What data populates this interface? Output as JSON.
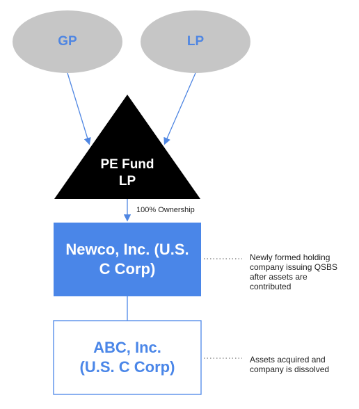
{
  "nodes": {
    "gp": {
      "label": "GP"
    },
    "lp": {
      "label": "LP"
    },
    "fund": {
      "label": "PE Fund\nLP"
    },
    "newco": {
      "label": "Newco, Inc. (U.S.\nC Corp)"
    },
    "abc": {
      "label": "ABC, Inc.\n(U.S. C Corp)"
    }
  },
  "edges": {
    "fund_to_newco": {
      "label": "100% Ownership"
    }
  },
  "notes": {
    "newco": "Newly formed holding\ncompany issuing QSBS\nafter assets are\ncontributed",
    "abc": "Assets acquired and\ncompany is dissolved"
  },
  "colors": {
    "ellipse_fill": "#c6c6c6",
    "accent_blue": "#4f86e2",
    "triangle_fill": "#000000",
    "box_fill": "#4a86e8",
    "box_border": "#4a86e8",
    "arrow": "#4f86e2"
  }
}
